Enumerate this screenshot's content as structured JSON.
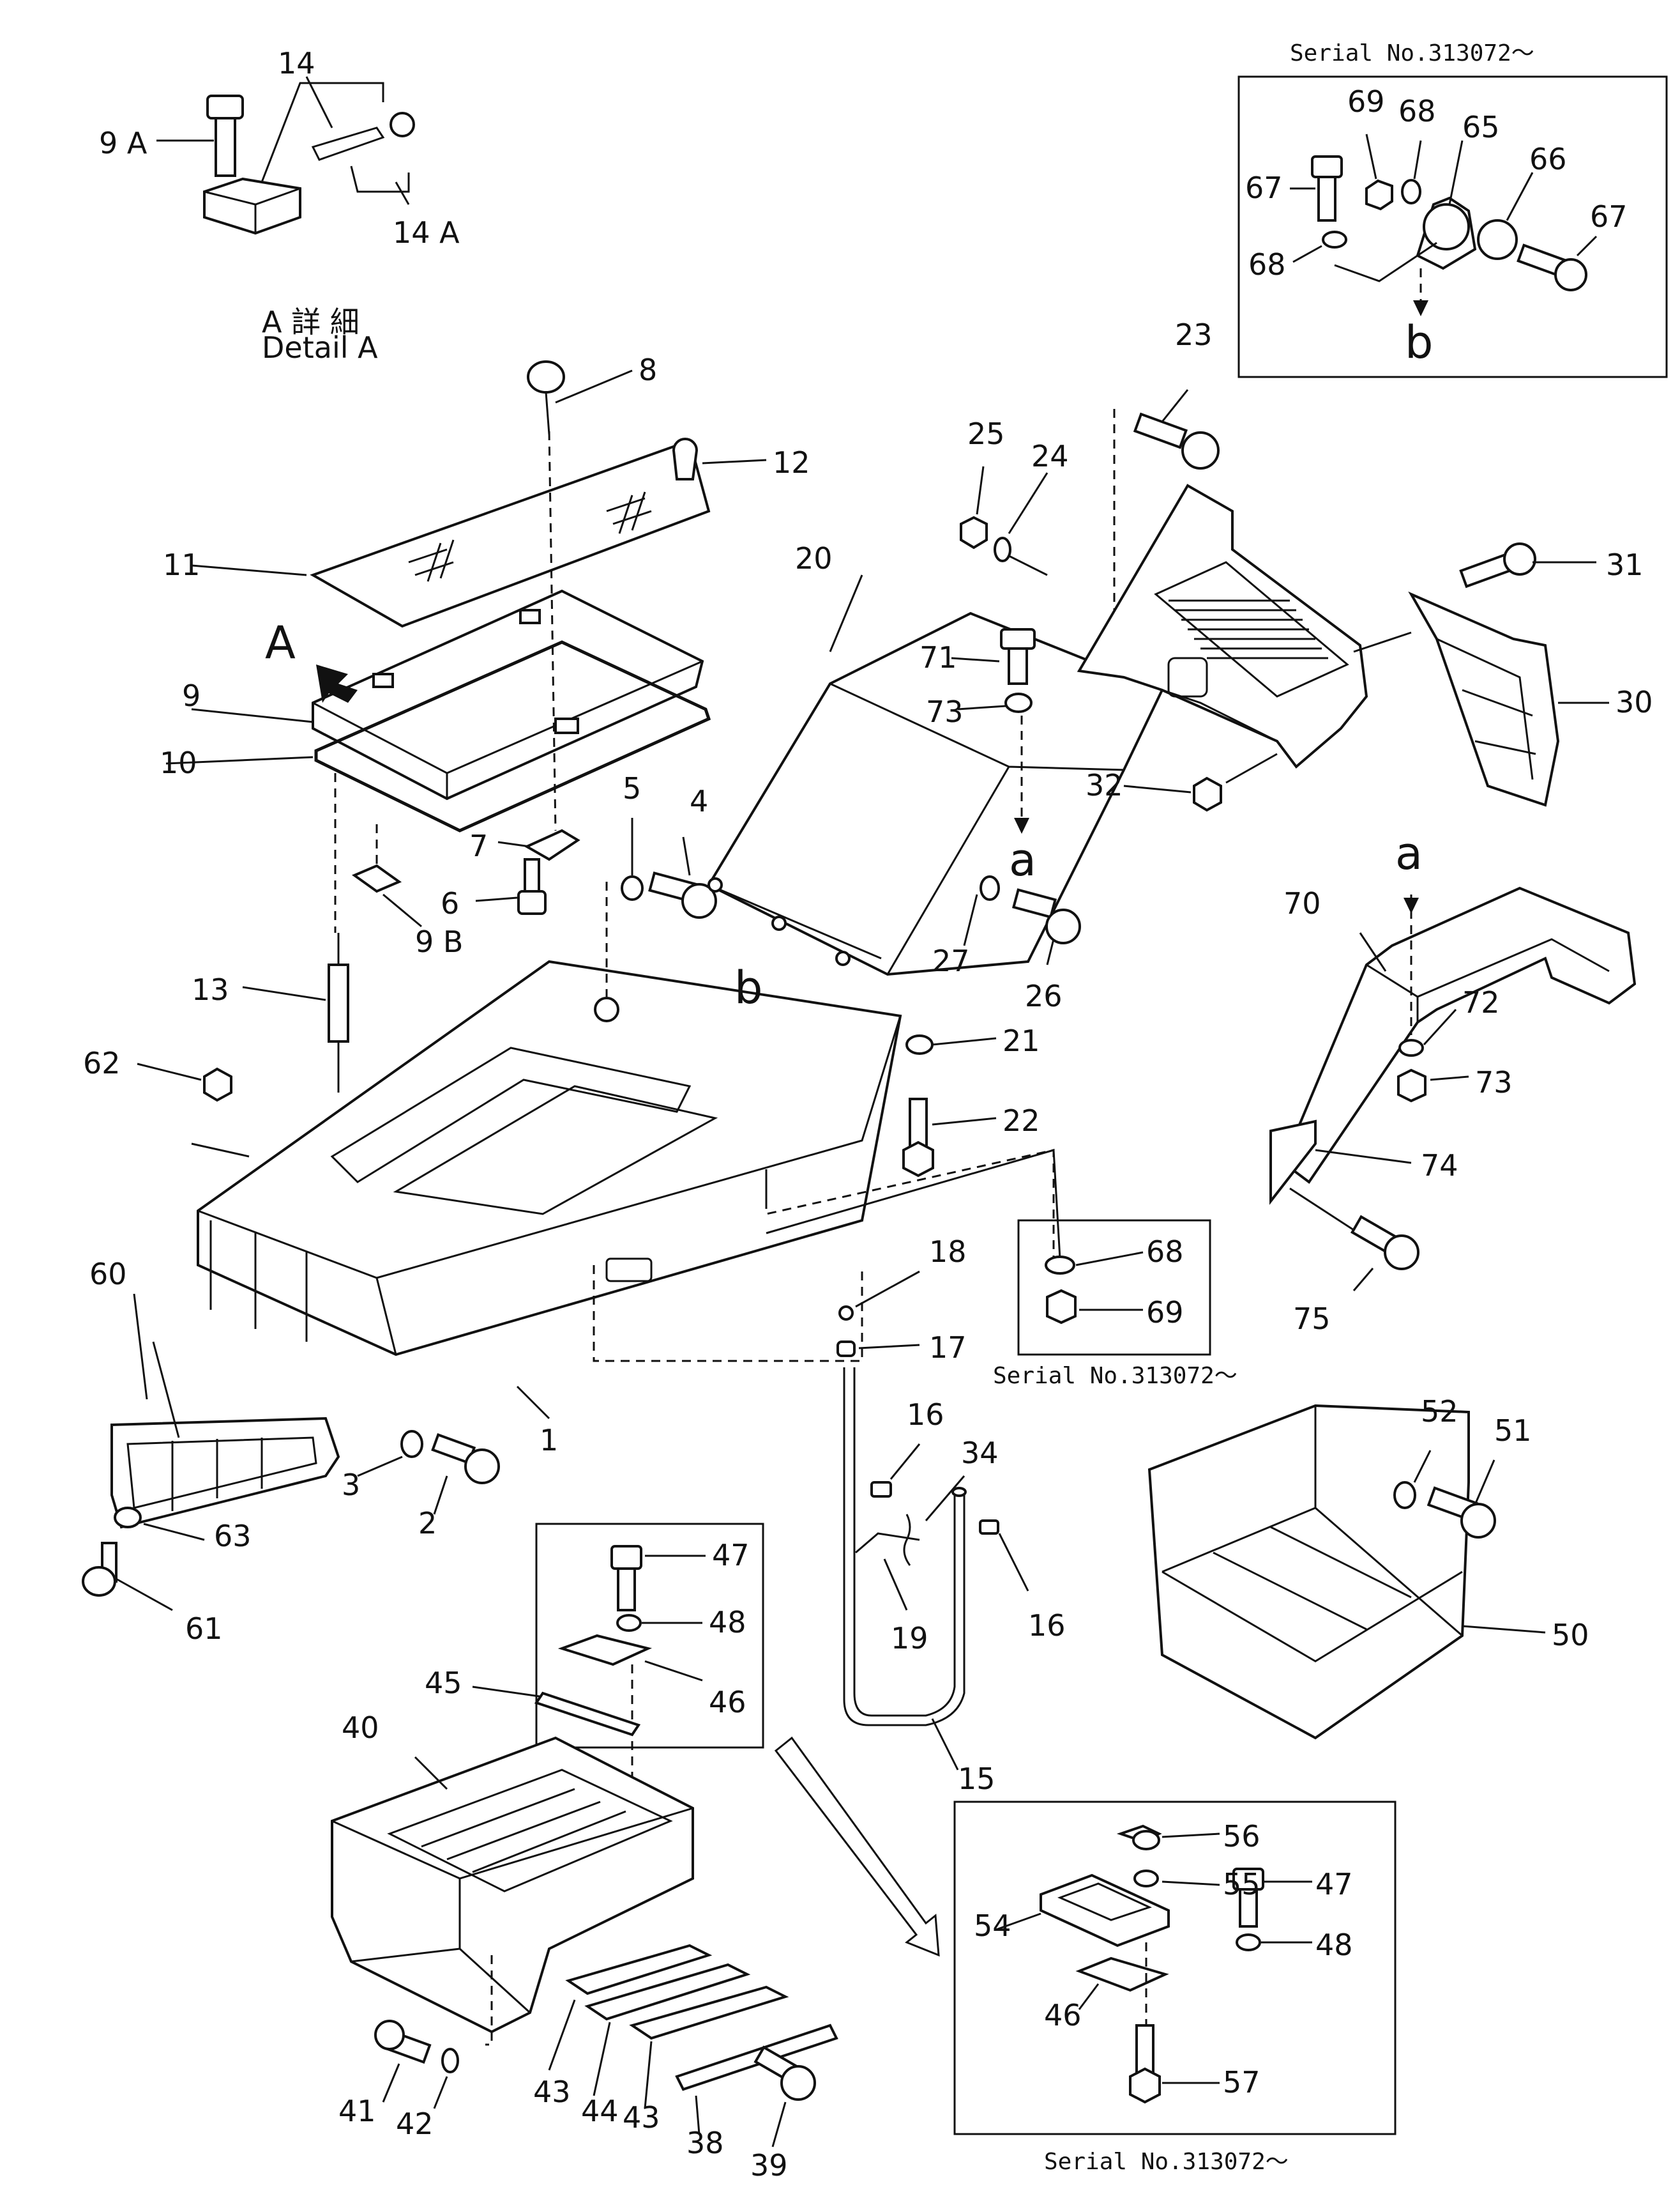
{
  "callouts": [
    {
      "id": "c9a",
      "text": "9 A"
    },
    {
      "id": "c14",
      "text": "14"
    },
    {
      "id": "c14a",
      "text": "14 A"
    },
    {
      "id": "c8",
      "text": "8"
    },
    {
      "id": "c12",
      "text": "12"
    },
    {
      "id": "c11",
      "text": "11"
    },
    {
      "id": "c9",
      "text": "9"
    },
    {
      "id": "c10",
      "text": "10"
    },
    {
      "id": "c7",
      "text": "7"
    },
    {
      "id": "c6",
      "text": "6"
    },
    {
      "id": "c9b",
      "text": "9 B"
    },
    {
      "id": "c5",
      "text": "5"
    },
    {
      "id": "c4",
      "text": "4"
    },
    {
      "id": "c13",
      "text": "13"
    },
    {
      "id": "c62",
      "text": "62"
    },
    {
      "id": "c60",
      "text": "60"
    },
    {
      "id": "c1",
      "text": "1"
    },
    {
      "id": "c3",
      "text": "3"
    },
    {
      "id": "c2",
      "text": "2"
    },
    {
      "id": "c63",
      "text": "63"
    },
    {
      "id": "c61",
      "text": "61"
    },
    {
      "id": "c20",
      "text": "20"
    },
    {
      "id": "c25",
      "text": "25"
    },
    {
      "id": "c24",
      "text": "24"
    },
    {
      "id": "c23",
      "text": "23"
    },
    {
      "id": "c71",
      "text": "71"
    },
    {
      "id": "c73a",
      "text": "73"
    },
    {
      "id": "c27",
      "text": "27"
    },
    {
      "id": "c26",
      "text": "26"
    },
    {
      "id": "c21",
      "text": "21"
    },
    {
      "id": "c22",
      "text": "22"
    },
    {
      "id": "c31",
      "text": "31"
    },
    {
      "id": "c30",
      "text": "30"
    },
    {
      "id": "c32",
      "text": "32"
    },
    {
      "id": "c70",
      "text": "70"
    },
    {
      "id": "c72",
      "text": "72"
    },
    {
      "id": "c73b",
      "text": "73"
    },
    {
      "id": "c74",
      "text": "74"
    },
    {
      "id": "c75",
      "text": "75"
    },
    {
      "id": "c68a",
      "text": "68"
    },
    {
      "id": "c69a",
      "text": "69"
    },
    {
      "id": "c18",
      "text": "18"
    },
    {
      "id": "c17",
      "text": "17"
    },
    {
      "id": "c16a",
      "text": "16"
    },
    {
      "id": "c34",
      "text": "34"
    },
    {
      "id": "c19",
      "text": "19"
    },
    {
      "id": "c16b",
      "text": "16"
    },
    {
      "id": "c15",
      "text": "15"
    },
    {
      "id": "c52",
      "text": "52"
    },
    {
      "id": "c51",
      "text": "51"
    },
    {
      "id": "c50",
      "text": "50"
    },
    {
      "id": "c47a",
      "text": "47"
    },
    {
      "id": "c48a",
      "text": "48"
    },
    {
      "id": "c46a",
      "text": "46"
    },
    {
      "id": "c45",
      "text": "45"
    },
    {
      "id": "c40",
      "text": "40"
    },
    {
      "id": "c41",
      "text": "41"
    },
    {
      "id": "c42",
      "text": "42"
    },
    {
      "id": "c43a",
      "text": "43"
    },
    {
      "id": "c44",
      "text": "44"
    },
    {
      "id": "c43b",
      "text": "43"
    },
    {
      "id": "c38",
      "text": "38"
    },
    {
      "id": "c39",
      "text": "39"
    },
    {
      "id": "c56",
      "text": "56"
    },
    {
      "id": "c55",
      "text": "55"
    },
    {
      "id": "c54",
      "text": "54"
    },
    {
      "id": "c47b",
      "text": "47"
    },
    {
      "id": "c48b",
      "text": "48"
    },
    {
      "id": "c46b",
      "text": "46"
    },
    {
      "id": "c57",
      "text": "57"
    },
    {
      "id": "c69b",
      "text": "69"
    },
    {
      "id": "c68b",
      "text": "68"
    },
    {
      "id": "c65",
      "text": "65"
    },
    {
      "id": "c66",
      "text": "66"
    },
    {
      "id": "c67a",
      "text": "67"
    },
    {
      "id": "c67b",
      "text": "67"
    },
    {
      "id": "c68c",
      "text": "68"
    }
  ],
  "detail_a": {
    "line1": "A 詳 細",
    "line2": "Detail A"
  },
  "view_letters": {
    "A": "A",
    "a1": "a",
    "a2": "a",
    "b1": "b",
    "b2": "b"
  },
  "serial_notes": {
    "top_right": "Serial  No.313072～",
    "middle": "Serial  No.313072～",
    "bottom": "Serial  No.313072～"
  }
}
